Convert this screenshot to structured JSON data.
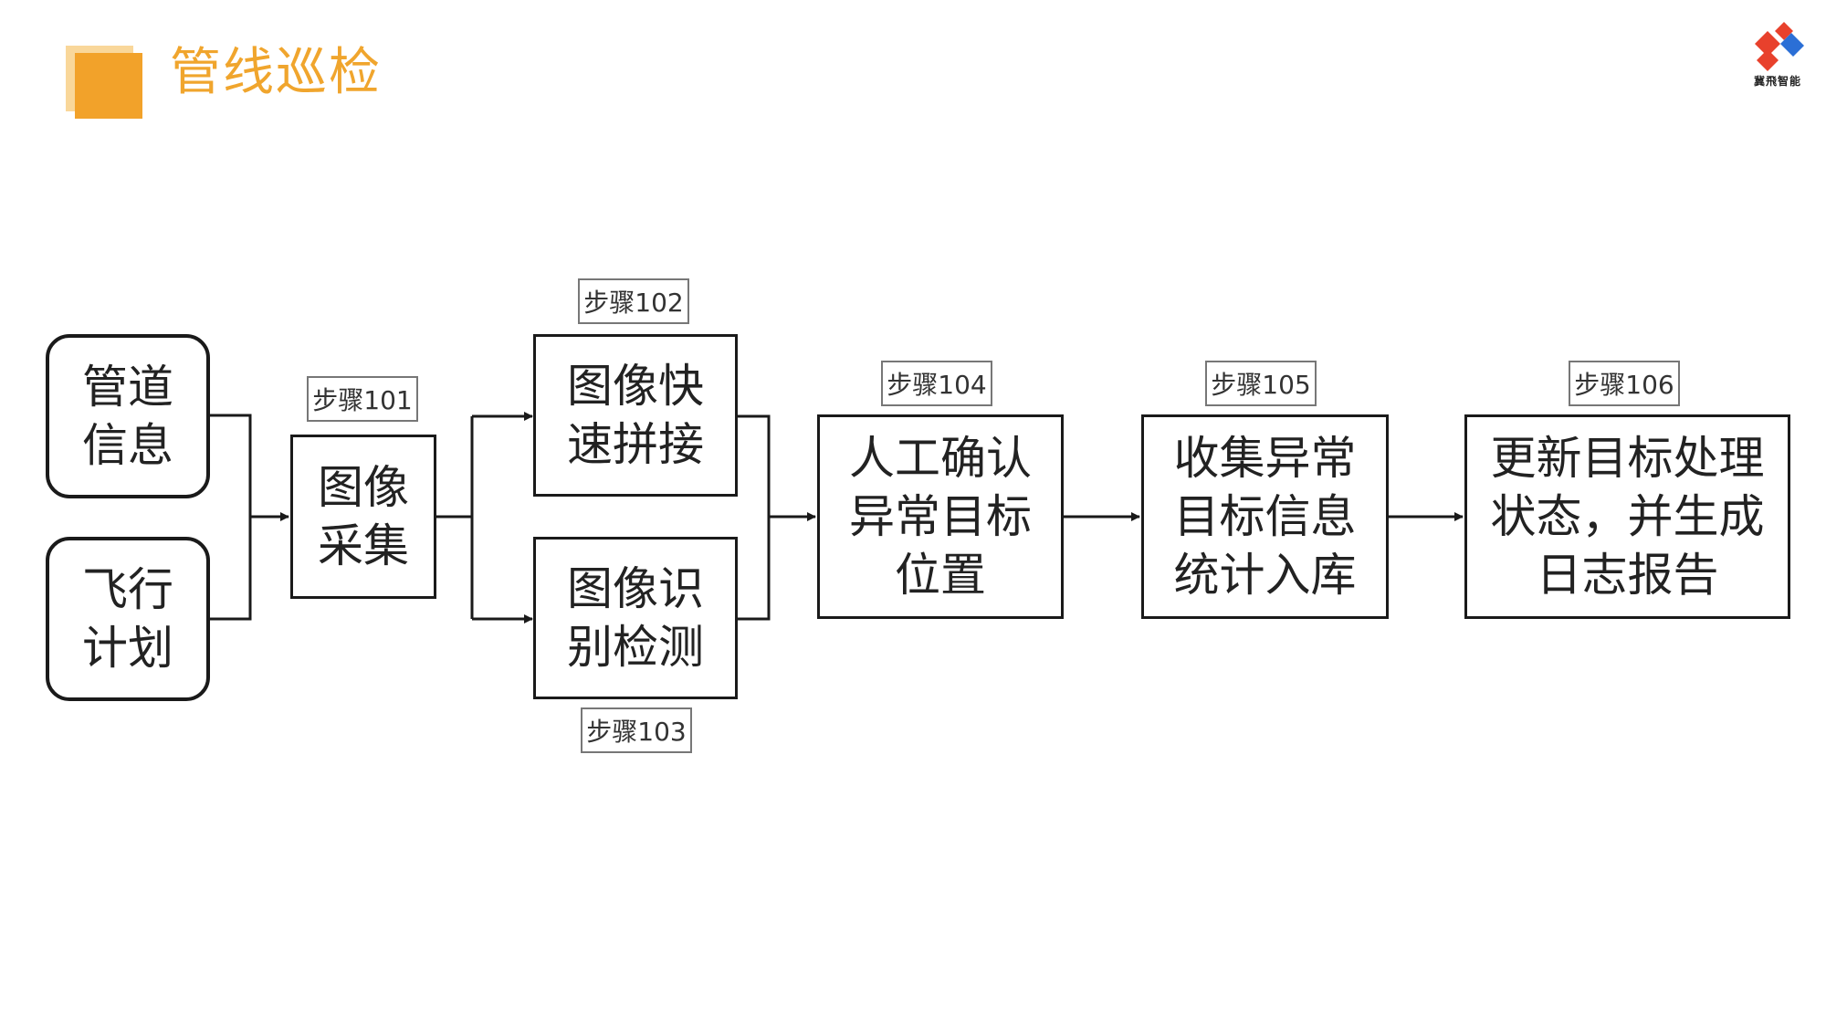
{
  "header": {
    "title": "管线巡检"
  },
  "logo": {
    "text": "冀飛智能",
    "colors": [
      "#e8412c",
      "#2b6fd6",
      "#e8412c"
    ]
  },
  "diagram": {
    "inputs": [
      {
        "id": "pipeline-info",
        "label": "管道\n信息"
      },
      {
        "id": "flight-plan",
        "label": "飞行\n计划"
      }
    ],
    "steps": [
      {
        "id": "step101",
        "tag": "步骤101",
        "label": "图像\n采集"
      },
      {
        "id": "step102",
        "tag": "步骤102",
        "label": "图像快\n速拼接"
      },
      {
        "id": "step103",
        "tag": "步骤103",
        "label": "图像识\n别检测"
      },
      {
        "id": "step104",
        "tag": "步骤104",
        "label": "人工确认\n异常目标\n位置"
      },
      {
        "id": "step105",
        "tag": "步骤105",
        "label": "收集异常\n目标信息\n统计入库"
      },
      {
        "id": "step106",
        "tag": "步骤106",
        "label": "更新目标处理\n状态，并生成\n日志报告"
      }
    ]
  },
  "colors": {
    "accent": "#f2a22a",
    "accent_light": "#f9d79a",
    "line": "#1a1a1a"
  }
}
